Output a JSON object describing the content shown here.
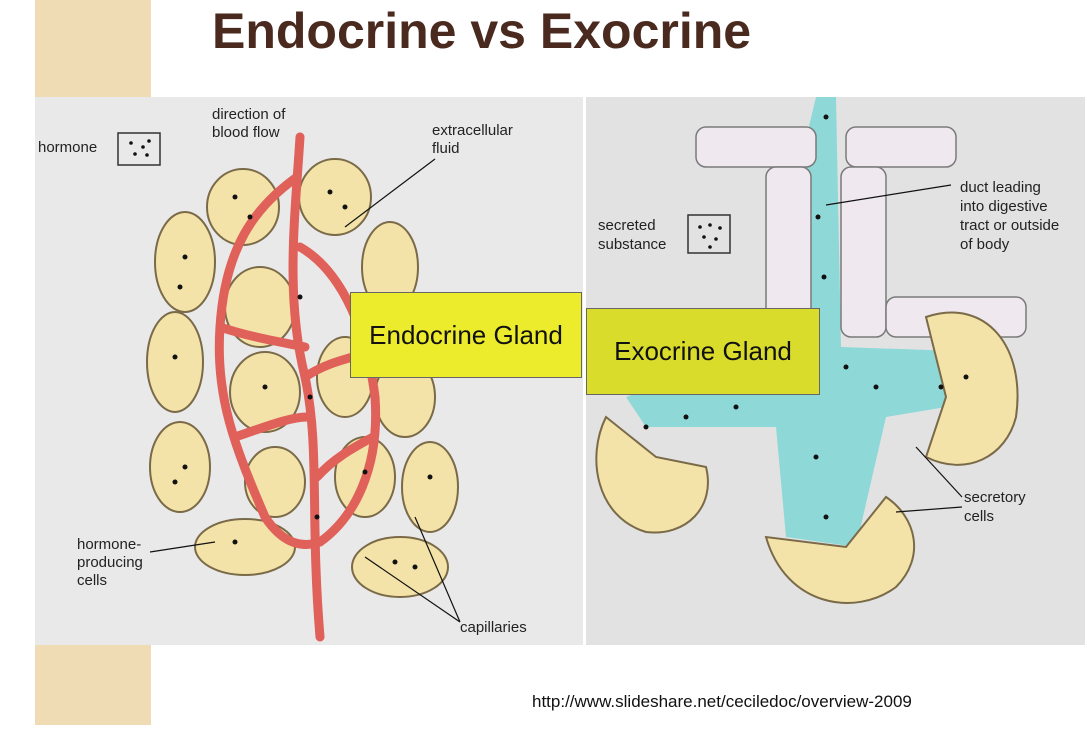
{
  "slide": {
    "title": "Endocrine vs Exocrine",
    "source_url": "http://www.slideshare.net/ceciledoc/overview-2009"
  },
  "endocrine": {
    "gland_label": "Endocrine Gland",
    "legend_label": "hormone",
    "labels": {
      "blood_flow_1": "direction of",
      "blood_flow_2": "blood flow",
      "extracellular_1": "extracellular",
      "extracellular_2": "fluid",
      "hormone_cells_1": "hormone-",
      "hormone_cells_2": "producing",
      "hormone_cells_3": "cells",
      "capillaries": "capillaries"
    }
  },
  "exocrine": {
    "gland_label": "Exocrine Gland",
    "legend_label_1": "secreted",
    "legend_label_2": "substance",
    "labels": {
      "duct_1": "duct leading",
      "duct_2": "into digestive",
      "duct_3": "tract or outside",
      "duct_4": "of body",
      "secretory_1": "secretory",
      "secretory_2": "cells"
    }
  },
  "colors": {
    "title": "#4a2a1e",
    "endocrine_label_bg": "#ecec2c",
    "exocrine_label_bg": "#d9dc2a",
    "cell_fill": "#f3e3a8",
    "vessel": "#e0605a",
    "duct": "#8fd8d8"
  }
}
